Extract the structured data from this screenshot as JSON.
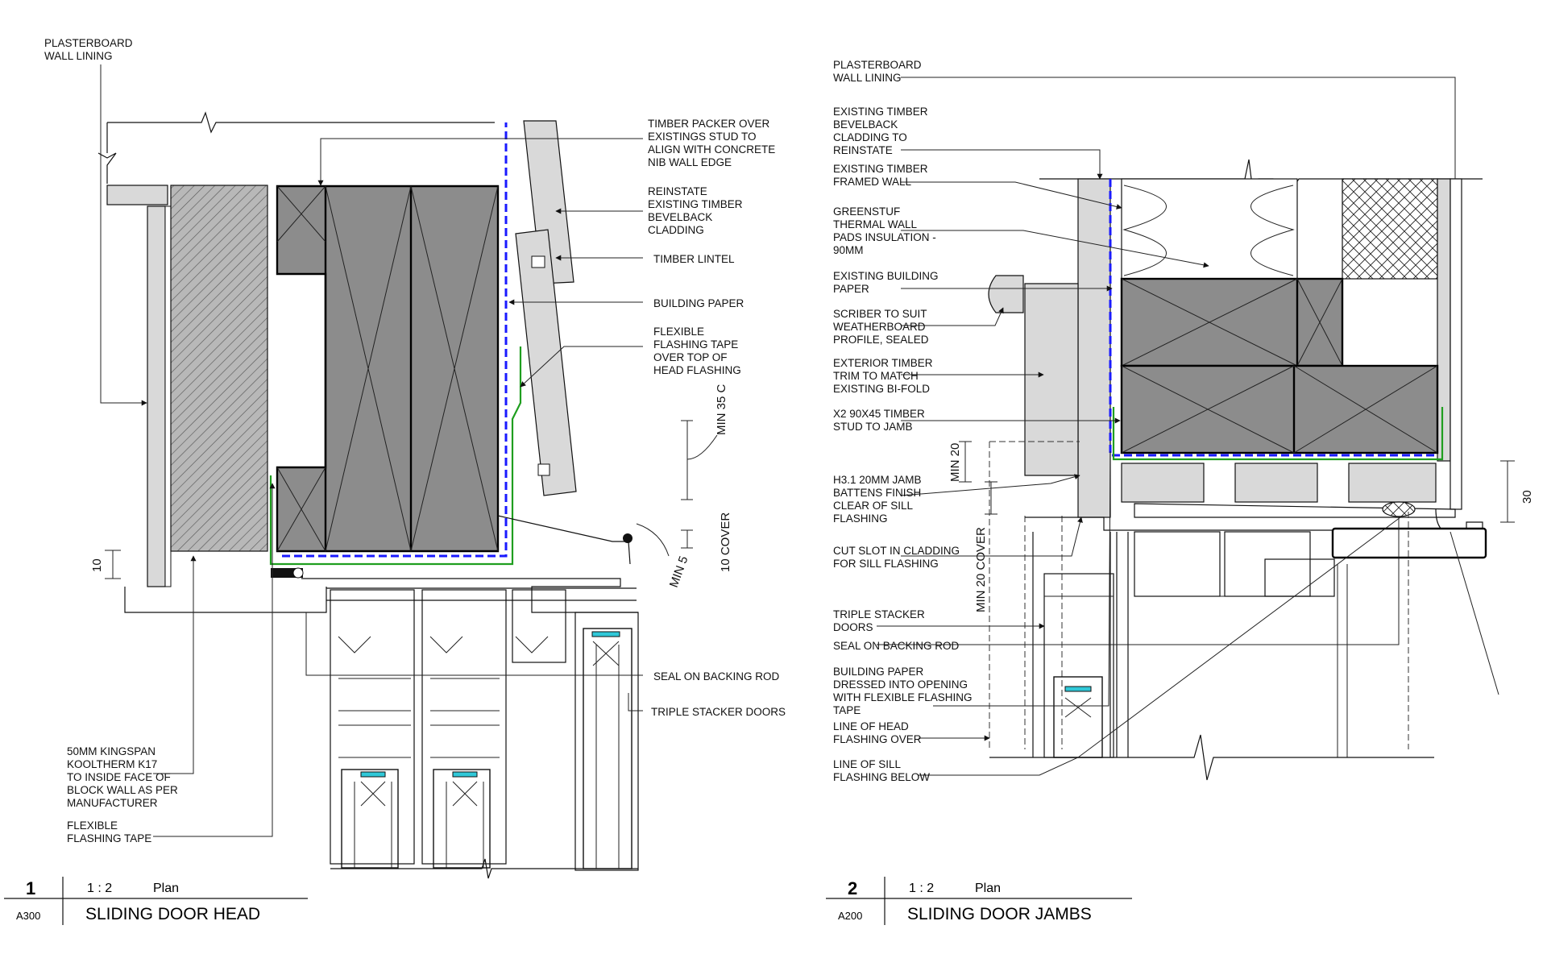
{
  "details": {
    "head": {
      "number": "1",
      "scale": "1 : 2",
      "view": "Plan",
      "ref": "A300",
      "title": "SLIDING DOOR HEAD",
      "labels": {
        "plasterboard": [
          "PLASTERBOARD",
          "WALL LINING"
        ],
        "timber_packer": [
          "TIMBER PACKER OVER",
          "EXISTINGS STUD TO",
          "ALIGN WITH CONCRETE",
          "NIB WALL EDGE"
        ],
        "reinstate": [
          "REINSTATE",
          "EXISTING TIMBER",
          "BEVELBACK",
          "CLADDING"
        ],
        "timber_lintel": [
          "TIMBER LINTEL"
        ],
        "building_paper": [
          "BUILDING PAPER"
        ],
        "flexible_flashing": [
          "FLEXIBLE",
          "FLASHING TAPE",
          "OVER TOP OF",
          "HEAD FLASHING"
        ],
        "seal": [
          "SEAL ON BACKING ROD"
        ],
        "triple_stacker": [
          "TRIPLE STACKER DOORS"
        ],
        "kingspan": [
          "50MM KINGSPAN",
          "KOOLTHERM K17",
          "TO INSIDE FACE OF",
          "BLOCK WALL AS PER",
          "MANUFACTURER"
        ],
        "flashing_tape": [
          "FLEXIBLE",
          "FLASHING TAPE"
        ]
      },
      "dimensions": {
        "min35": "MIN 35 C",
        "cover10": "10 COVER",
        "min5": "MIN 5",
        "ten": "10"
      }
    },
    "jambs": {
      "number": "2",
      "scale": "1 : 2",
      "view": "Plan",
      "ref": "A200",
      "title": "SLIDING DOOR JAMBS",
      "labels": {
        "plasterboard": [
          "PLASTERBOARD",
          "WALL LINING"
        ],
        "bevelback": [
          "EXISTING TIMBER",
          "BEVELBACK",
          "CLADDING TO",
          "REINSTATE"
        ],
        "framed_wall": [
          "EXISTING TIMBER",
          "FRAMED WALL"
        ],
        "greenstuf": [
          "GREENSTUF",
          "THERMAL WALL",
          "PADS INSULATION -",
          "90MM"
        ],
        "building_paper": [
          "EXISTING BUILDING",
          "PAPER"
        ],
        "scriber": [
          "SCRIBER TO SUIT",
          "WEATHERBOARD",
          "PROFILE, SEALED"
        ],
        "trim": [
          "EXTERIOR TIMBER",
          "TRIM TO MATCH",
          "EXISTING BI-FOLD"
        ],
        "stud": [
          "X2 90X45 TIMBER",
          "STUD TO JAMB"
        ],
        "h31": [
          "H3.1 20MM JAMB",
          "BATTENS FINISH",
          "CLEAR OF SILL",
          "FLASHING"
        ],
        "cut_slot": [
          "CUT SLOT IN CLADDING",
          "FOR SILL FLASHING"
        ],
        "triple": [
          "TRIPLE STACKER",
          "DOORS"
        ],
        "seal": [
          "SEAL ON BACKING ROD"
        ],
        "paper_dressed": [
          "BUILDING PAPER",
          "DRESSED INTO OPENING",
          "WITH FLEXIBLE FLASHING",
          "TAPE"
        ],
        "head_flashing": [
          "LINE OF HEAD",
          "FLASHING OVER"
        ],
        "sill_flashing": [
          "LINE OF SILL",
          "FLASHING BELOW"
        ]
      },
      "dimensions": {
        "min20": "MIN 20",
        "min20cover": "MIN 20 COVER",
        "thirty": "30"
      }
    }
  },
  "colors": {
    "timber": "#8c8c8c",
    "cladding": "#d9d9d9",
    "building_paper": "#1a1aff",
    "flashing_tape": "#1f9e1f",
    "seal": "#30c8d8"
  }
}
